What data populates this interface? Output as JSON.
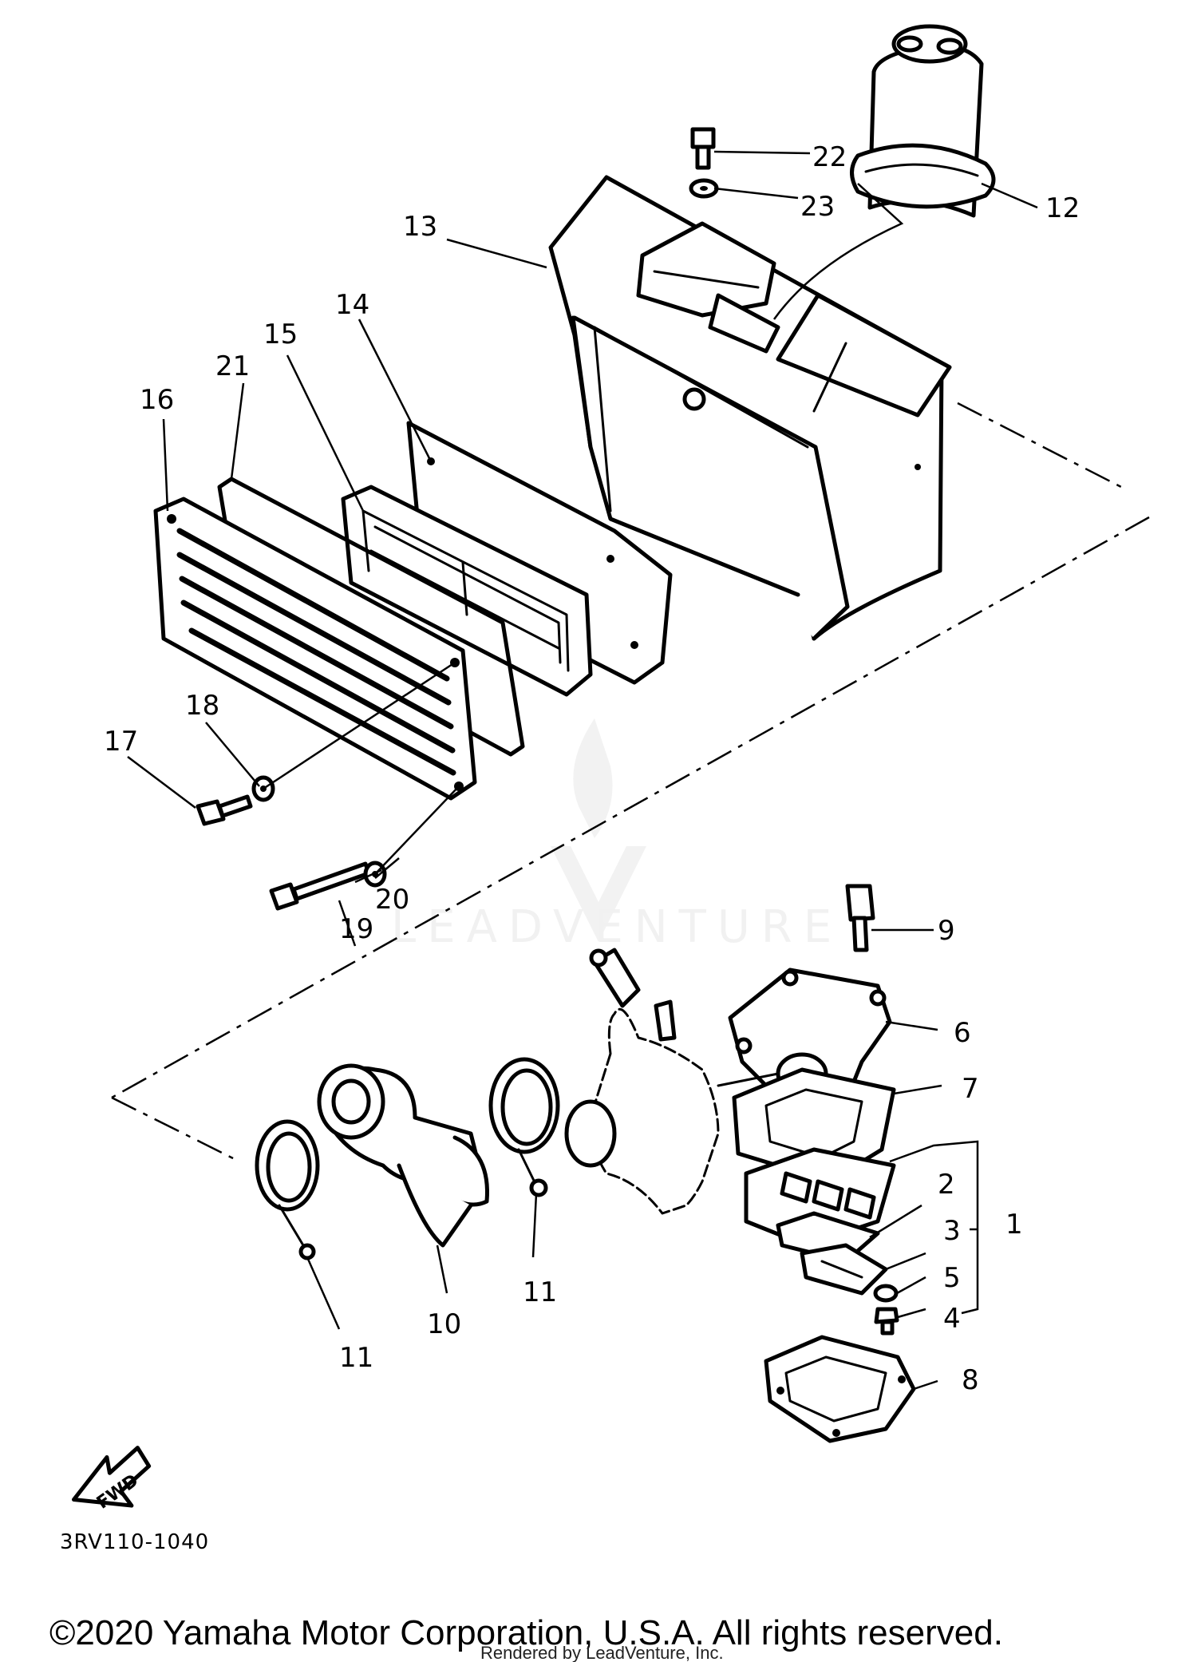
{
  "diagram": {
    "code": "3RV110-1040",
    "copyright": "©2020 Yamaha Motor Corporation, U.S.A. All rights reserved.",
    "rendered_by": "Rendered by LeadVenture, Inc.",
    "watermark": "LEADVENTURE",
    "fwd_arrow_label": "FWD",
    "callouts": {
      "c1": "1",
      "c2": "2",
      "c3": "3",
      "c4": "4",
      "c5": "5",
      "c6": "6",
      "c7": "7",
      "c8": "8",
      "c9": "9",
      "c10": "10",
      "c11a": "11",
      "c11b": "11",
      "c12": "12",
      "c13": "13",
      "c14": "14",
      "c15": "15",
      "c16": "16",
      "c17": "17",
      "c18": "18",
      "c19": "19",
      "c20": "20",
      "c21": "21",
      "c22": "22",
      "c23": "23"
    }
  }
}
